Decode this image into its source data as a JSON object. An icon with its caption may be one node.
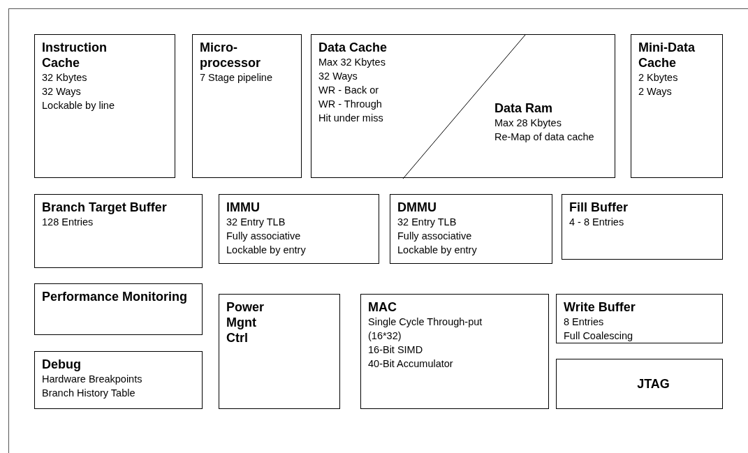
{
  "diagram": {
    "nodes": [
      {
        "text": [],
        "shape": "box"
      },
      {
        "text": [
          "Instruction Cache",
          "32 Kbytes",
          "32 Ways",
          "Lockable by line"
        ],
        "in": 0
      },
      {
        "text": [
          "Micro-processor",
          "7 Stage pipeline"
        ],
        "in": 0
      },
      {
        "text": [
          "Data Cache",
          "Max 32 Kbytes",
          "32 Ways",
          "WR - Back or",
          "WR - Through",
          "Hit under miss",
          "Data Ram",
          "Max 28 Kbytes",
          "Re-Map of data cache"
        ],
        "in": 0
      },
      {
        "text": [
          "Mini-Data Cache",
          "2 Kbytes",
          "2 Ways"
        ],
        "in": 0
      },
      {
        "text": [
          "Branch Target Buffer",
          "128 Entries"
        ],
        "in": 0
      },
      {
        "text": [
          "IMMU",
          "32 Entry TLB",
          "Fully associative",
          "Lockable by entry"
        ],
        "in": 0
      },
      {
        "text": [
          "DMMU",
          "32 Entry TLB",
          "Fully associative",
          "Lockable by entry"
        ],
        "in": 0
      },
      {
        "text": [
          "Fill Buffer",
          "4 - 8 Entries"
        ],
        "in": 0
      },
      {
        "text": [
          "Performance Monitoring"
        ],
        "in": 0
      },
      {
        "text": [
          "Power Mgnt Ctrl"
        ],
        "in": 0
      },
      {
        "text": [
          "MAC",
          "Single Cycle Through-put (16*32)",
          "16-Bit SIMD",
          "40-Bit Accumulator"
        ],
        "in": 0
      },
      {
        "text": [
          "Write Buffer",
          "8 Entries",
          "Full Coalescing"
        ],
        "in": 0
      },
      {
        "text": [
          "Debug",
          "Hardware Breakpoints",
          "Branch History Table"
        ],
        "in": 0
      },
      {
        "text": [
          "JTAG"
        ],
        "in": 0
      }
    ],
    "edges": []
  }
}
